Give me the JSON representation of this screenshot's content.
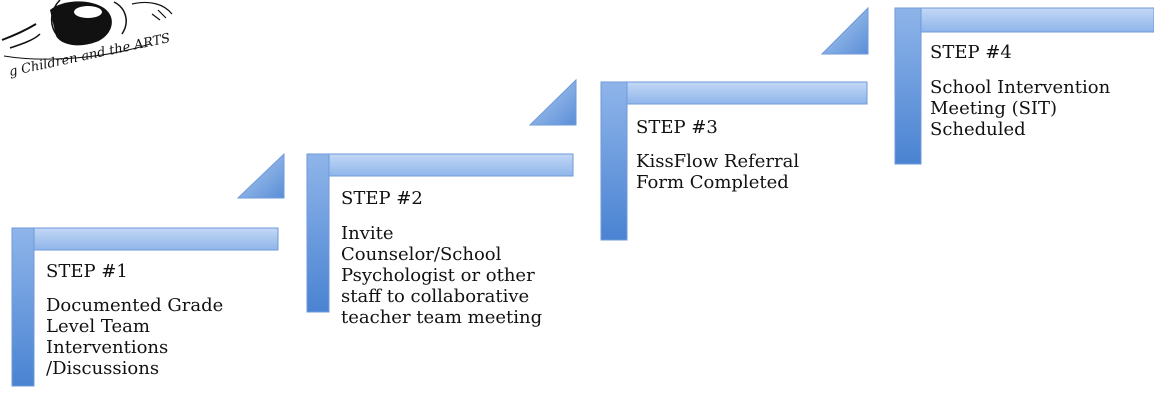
{
  "logo": {
    "name": "school-logo-icon",
    "text": "g Children and the ARTS"
  },
  "colors": {
    "bar_light": "#b9d2f3",
    "bar_mid": "#8db3e8",
    "bar_dark": "#4f86d3",
    "bar_edge": "#3f73bd",
    "arrow_light": "#a8c6ef",
    "arrow_dark": "#5b8fd8"
  },
  "steps": [
    {
      "label": "STEP #1",
      "lines": [
        "Documented Grade",
        "Level Team",
        "Interventions",
        "/Discussions"
      ]
    },
    {
      "label": "STEP #2",
      "lines": [
        "Invite",
        "Counselor/School",
        "Psychologist or other",
        "staff to collaborative",
        "teacher team meeting"
      ]
    },
    {
      "label": "STEP #3",
      "lines": [
        "KissFlow Referral",
        "Form Completed"
      ]
    },
    {
      "label": "STEP #4",
      "lines": [
        "School Intervention",
        "Meeting  (SIT)",
        "Scheduled"
      ]
    }
  ]
}
